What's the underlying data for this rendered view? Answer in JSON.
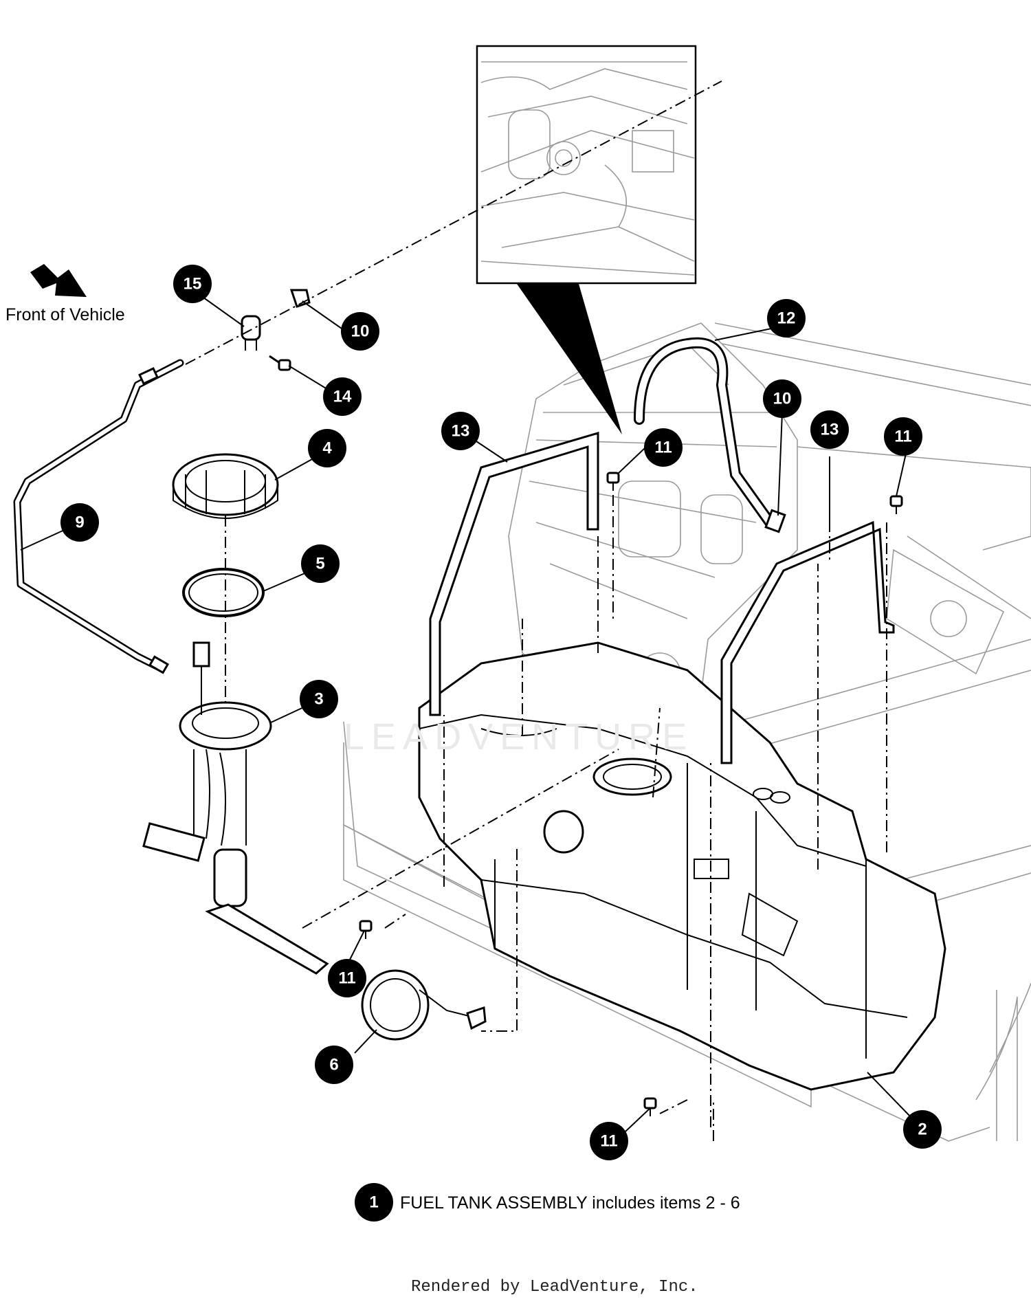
{
  "diagram": {
    "front_label": "Front of Vehicle",
    "watermark": "LEADVENTURE",
    "assembly_note": {
      "number": "1",
      "text": "FUEL TANK ASSEMBLY includes items 2 - 6"
    },
    "footer": "Rendered by LeadVenture, Inc.",
    "callouts": [
      "15",
      "10",
      "14",
      "4",
      "9",
      "5",
      "3",
      "13",
      "11",
      "12",
      "10",
      "13",
      "11",
      "11",
      "6",
      "11",
      "2"
    ],
    "colors": {
      "ink": "#000000",
      "background": "#ffffff",
      "frame_lines": "#9a9a9a"
    }
  }
}
